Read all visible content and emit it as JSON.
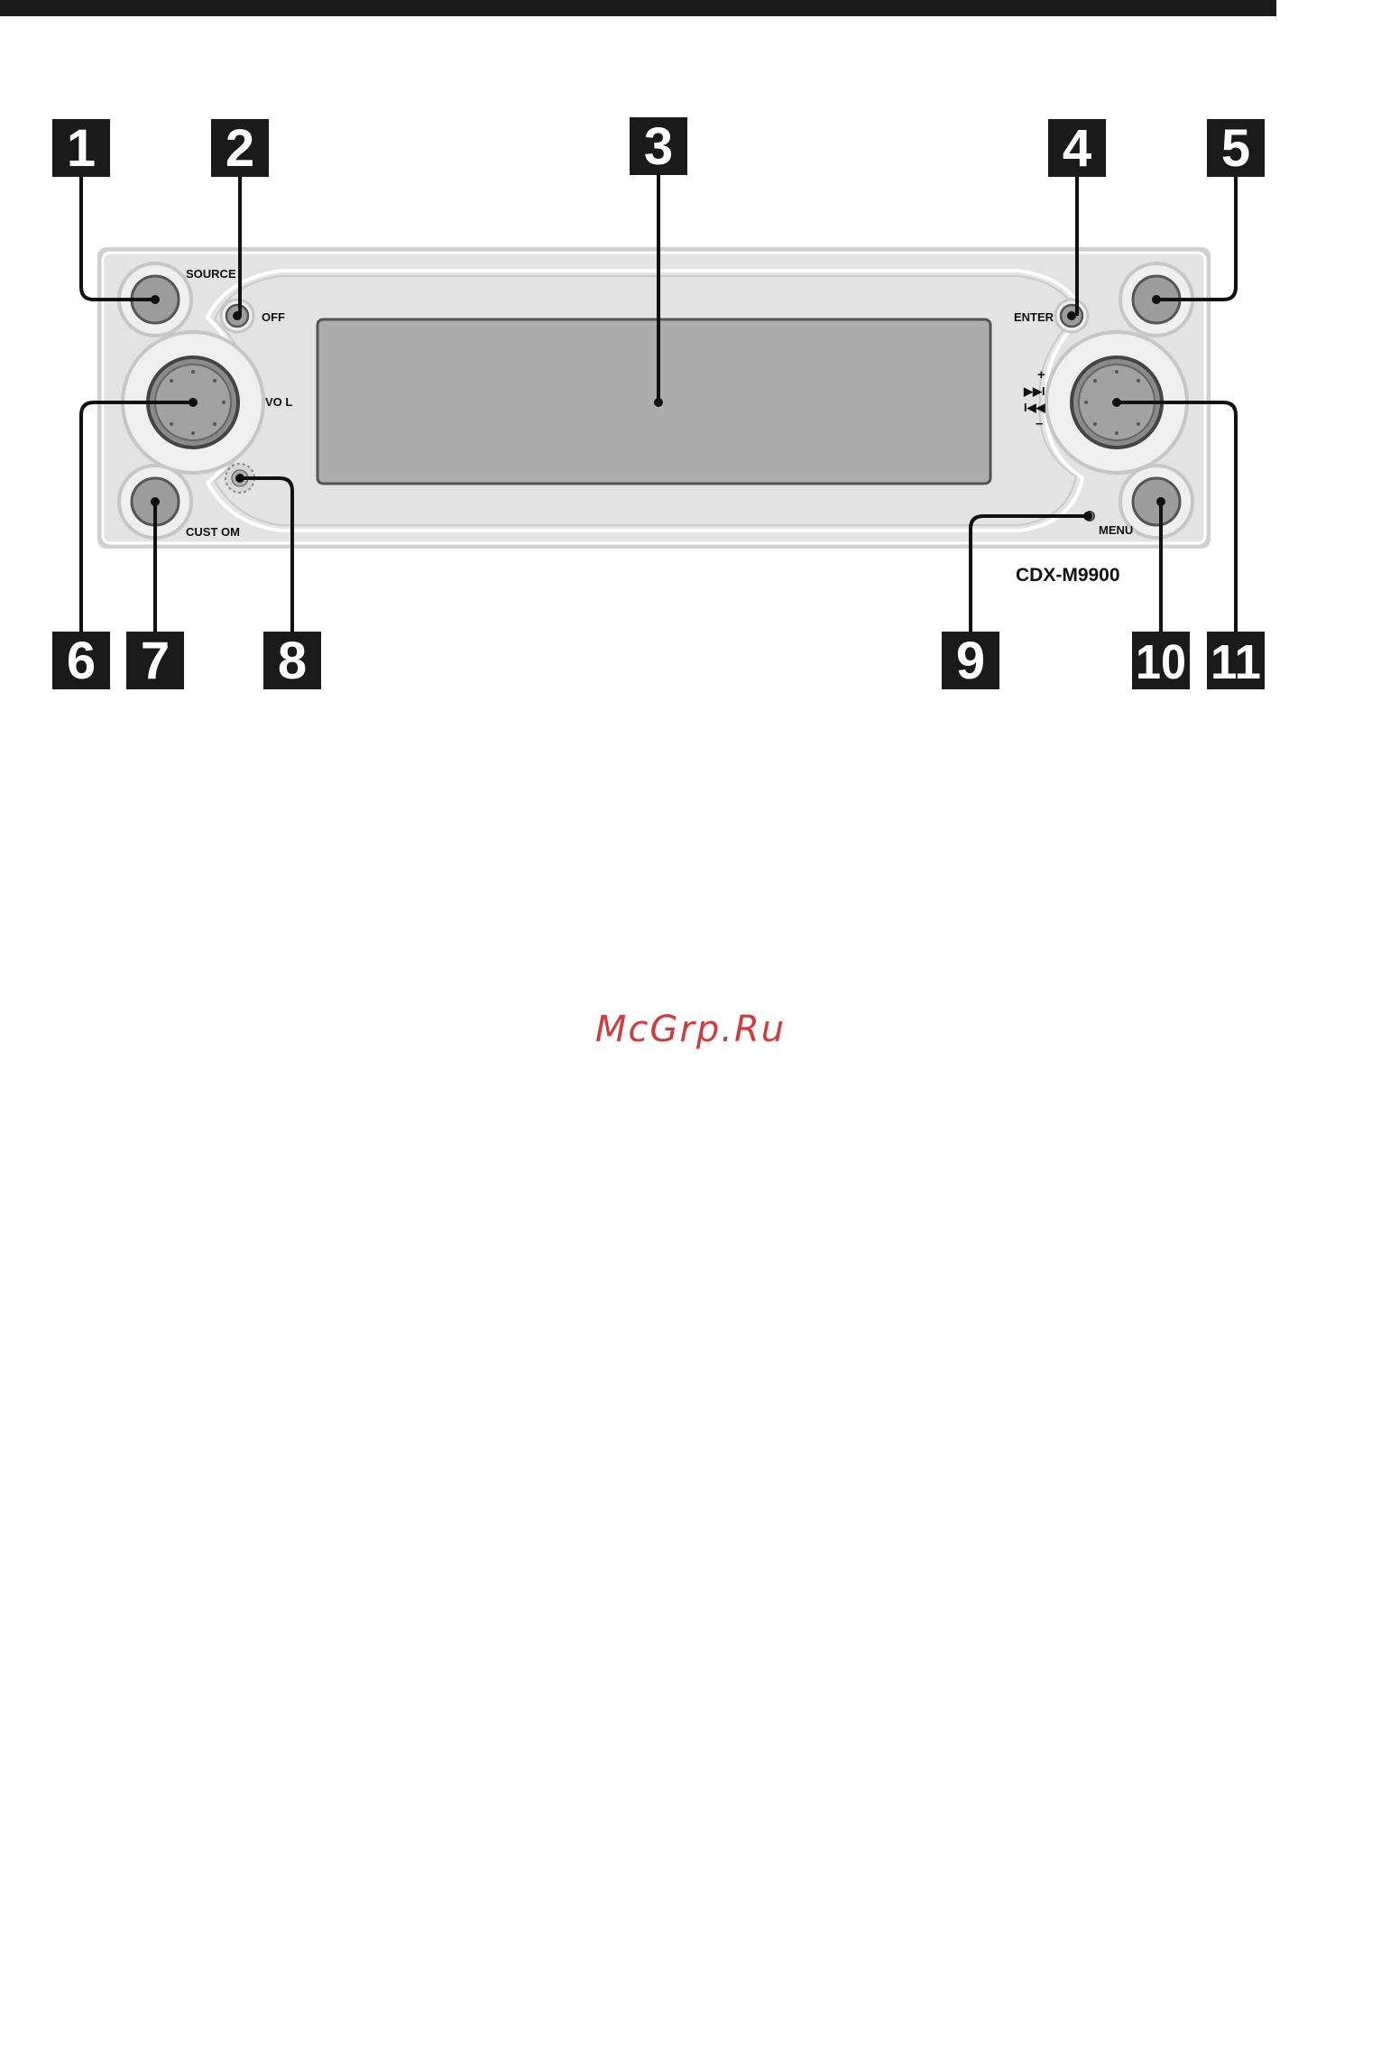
{
  "device": {
    "model": "CDX-M9900",
    "button_labels": {
      "source": "SOURCE",
      "off": "OFF",
      "enter": "ENTER",
      "vol": "VO L",
      "custom": "CUST OM",
      "menu": "MENU",
      "plus": "+",
      "minus": "–",
      "next": "▶▶I",
      "prev": "I◀◀"
    }
  },
  "callouts": [
    "1",
    "2",
    "3",
    "4",
    "5",
    "6",
    "7",
    "8",
    "9",
    "10",
    "11"
  ],
  "watermark": "McGrp.Ru",
  "colors": {
    "panel": "#e2e2e2",
    "outline": "#c4c4c4",
    "display": "#acacac",
    "callout_box": "#1a1a1a",
    "watermark": "#d13b3b"
  }
}
